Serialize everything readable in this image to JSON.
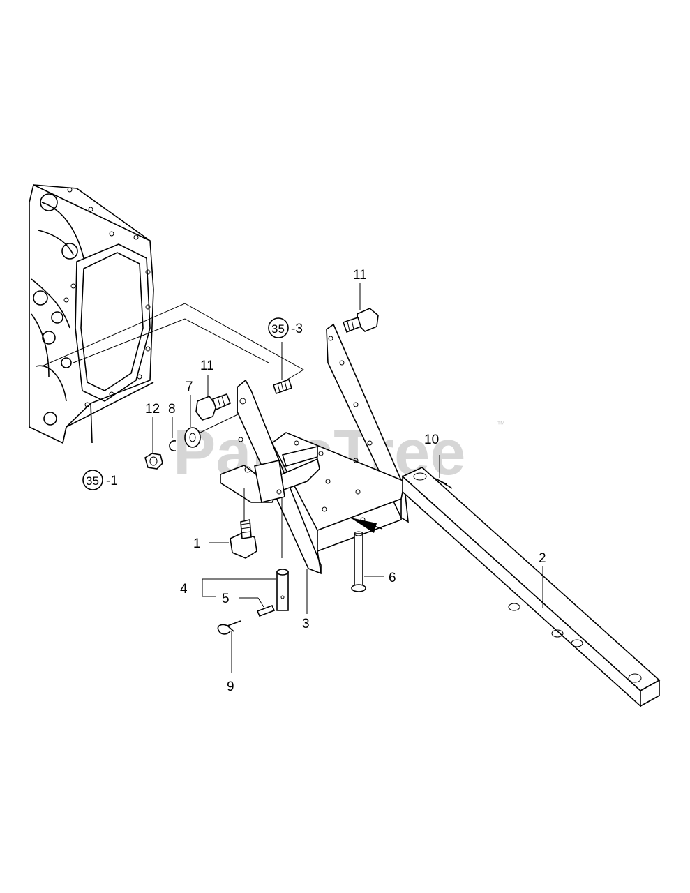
{
  "watermark": {
    "text": "PartsTree",
    "trademark": "™"
  },
  "callouts": {
    "p1": "1",
    "p2": "2",
    "p3": "3",
    "p4": "4",
    "p5": "5",
    "p6": "6",
    "p7": "7",
    "p8": "8",
    "p9": "9",
    "p10": "10",
    "p11a": "11",
    "p11b": "11",
    "p12": "12",
    "ref35_1_num": "35",
    "ref35_1_suffix": "-1",
    "ref35_3_num": "35",
    "ref35_3_suffix": "-3"
  }
}
